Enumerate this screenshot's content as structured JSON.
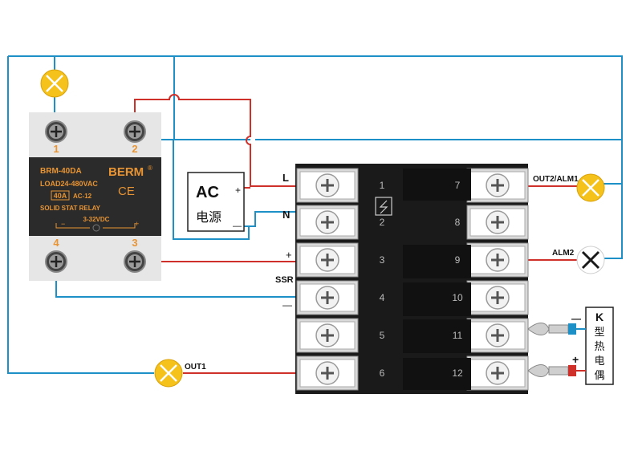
{
  "colors": {
    "blue_wire": "#1e90c8",
    "red_wire": "#d0302a",
    "lamp": "#f4c21a",
    "relay_body": "#2b2b2b",
    "relay_plate": "#e6e6e6",
    "controller": "#1a1a1a",
    "accent_orange": "#e89433"
  },
  "relay": {
    "model": "BRM-40DA",
    "load": "LOAD24-480VAC",
    "current": "40A",
    "ac_rating": "AC-12",
    "type": "SOLID STAT RELAY",
    "control": "3-32VDC",
    "brand": "BERM",
    "registered": "®",
    "ce": "CE",
    "minus": "−",
    "plus": "+",
    "terminals": [
      "1",
      "2",
      "4",
      "3"
    ]
  },
  "ac_source": {
    "title": "AC",
    "subtitle": "电源",
    "plus": "+",
    "minus": "—"
  },
  "wire_labels": {
    "L": "L",
    "N": "N",
    "ssr_plus": "+",
    "ssr": "SSR",
    "ssr_minus": "—",
    "out1": "OUT1",
    "out2": "OUT2/ALM1",
    "alm2": "ALM2"
  },
  "controller": {
    "left_numbers": [
      "1",
      "2",
      "3",
      "4",
      "5",
      "6"
    ],
    "right_numbers": [
      "7",
      "8",
      "9",
      "10",
      "11",
      "12"
    ]
  },
  "thermocouple": {
    "chars": [
      "K",
      "型",
      "热",
      "电",
      "偶"
    ],
    "minus": "—",
    "plus": "+"
  }
}
